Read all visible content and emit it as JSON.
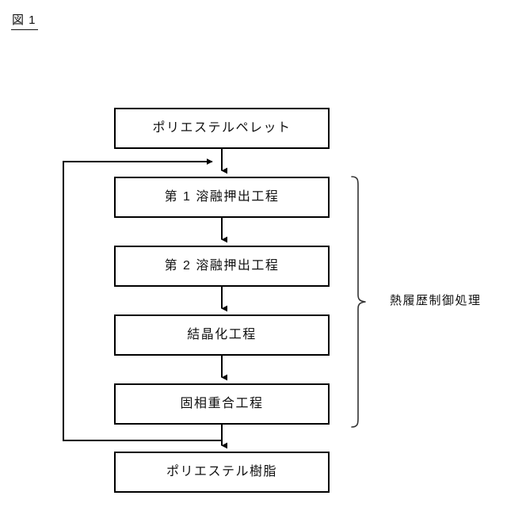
{
  "figure": {
    "caption": "図 1"
  },
  "flow": {
    "boxes": [
      {
        "id": "pellet",
        "label": "ポリエステルペレット"
      },
      {
        "id": "melt1",
        "label": "第 1 溶融押出工程"
      },
      {
        "id": "melt2",
        "label": "第 2 溶融押出工程"
      },
      {
        "id": "cryst",
        "label": "結晶化工程"
      },
      {
        "id": "solid",
        "label": "固相重合工程"
      },
      {
        "id": "resin",
        "label": "ポリエステル樹脂"
      }
    ],
    "connectors": {
      "arrow_pellet_to_melt1": "down-arrow",
      "arrow_melt1_to_melt2": "down-arrow",
      "arrow_melt2_to_cryst": "down-arrow",
      "arrow_cryst_to_solid": "down-arrow",
      "arrow_solid_to_resin": "down-arrow",
      "feedback_loop": "recycle-loop-from-solid-output-to-melt1-input"
    }
  },
  "annotation": {
    "brace_label": "熱履歴制御処理",
    "brace_icon": "right-curly-brace",
    "brace_spans": [
      "melt1",
      "melt2",
      "cryst",
      "solid"
    ]
  },
  "colors": {
    "stroke": "#000000",
    "text": "#111111",
    "background": "#ffffff"
  }
}
